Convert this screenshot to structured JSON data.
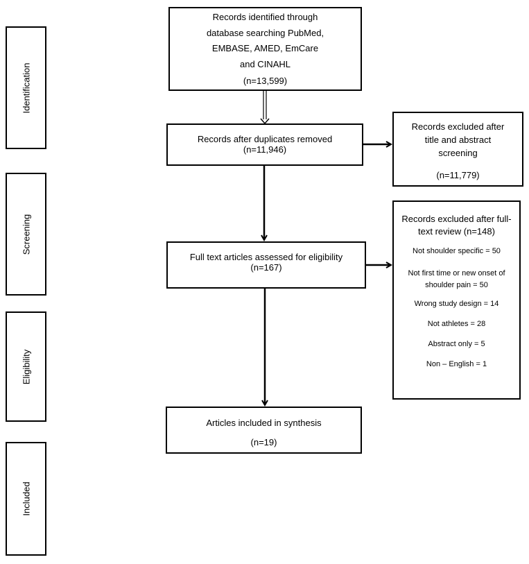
{
  "phases": {
    "identification": "Identification",
    "screening": "Screening",
    "eligibility": "Eligibility",
    "included": "Included"
  },
  "identified": {
    "line1": "Records identified through",
    "line2": "database searching PubMed,",
    "line3": "EMBASE, AMED, EmCare",
    "line4": "and CINAHL",
    "count": "(n=13,599)"
  },
  "duplicates": {
    "label": "Records after duplicates removed",
    "count": "(n=11,946)"
  },
  "excluded_title": {
    "line1": "Records excluded after",
    "line2": "title and abstract",
    "line3": "screening",
    "count": "(n=11,779)"
  },
  "fulltext": {
    "label": "Full text articles assessed for eligibility",
    "count": "(n=167)"
  },
  "excluded_fulltext": {
    "line1": "Records excluded after full-",
    "line2": "text review  (n=148)",
    "reasons": [
      "Not shoulder specific = 50",
      "Not first time or new onset of",
      "shoulder pain = 50",
      "Wrong study design = 14",
      "Not athletes = 28",
      "Abstract only = 5",
      "Non – English = 1"
    ]
  },
  "included": {
    "label": "Articles included in synthesis",
    "count": "(n=19)"
  }
}
